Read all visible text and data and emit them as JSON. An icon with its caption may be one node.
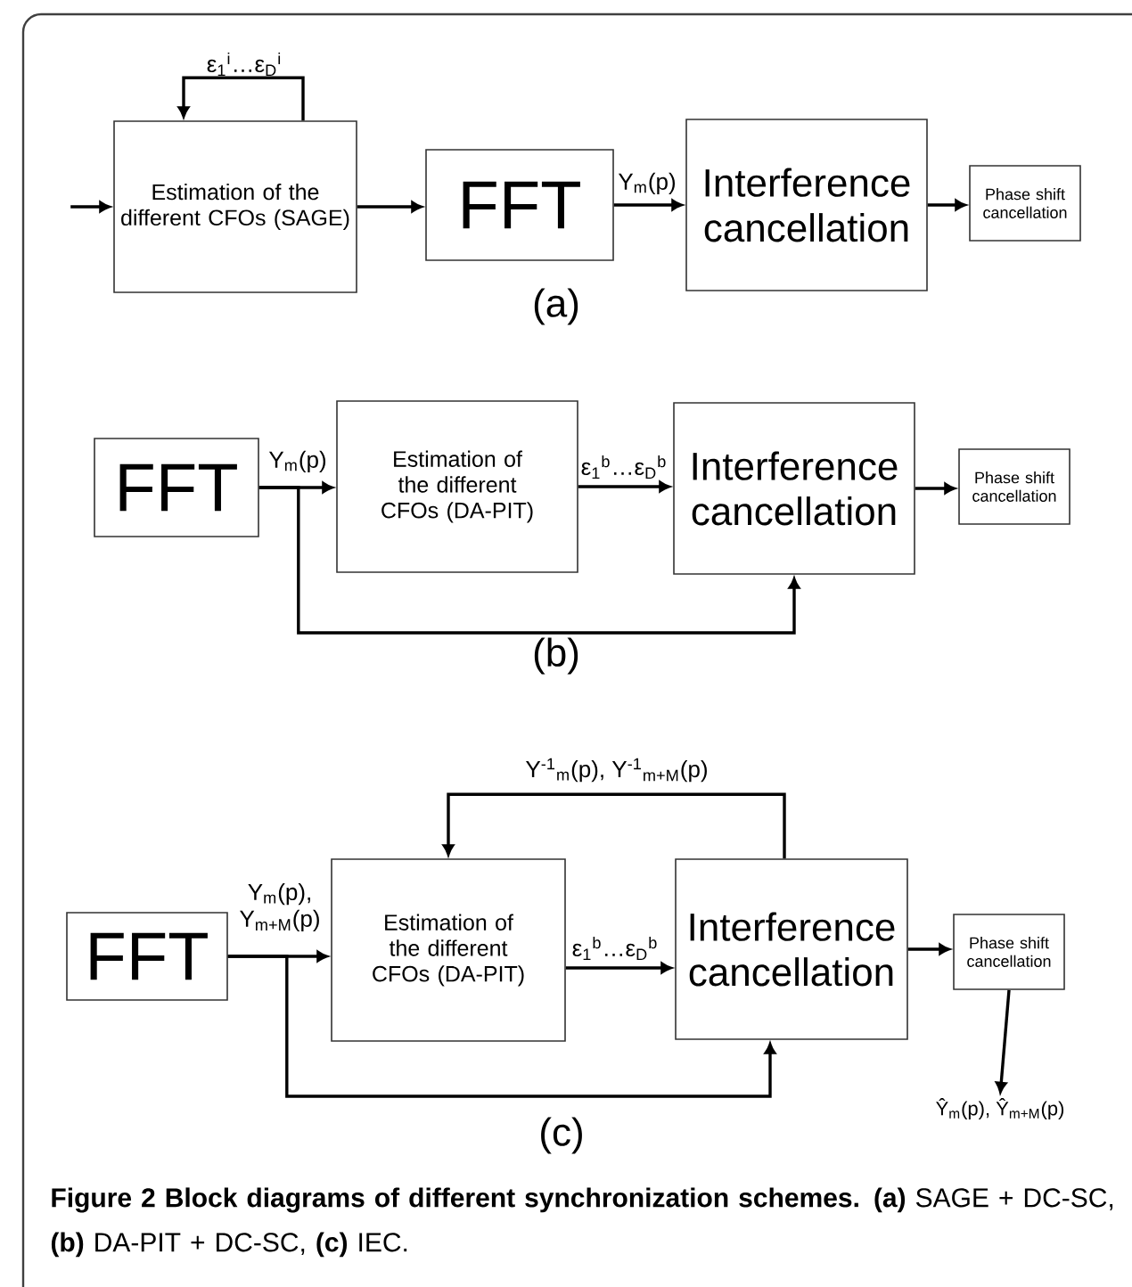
{
  "diagram": {
    "caption": "**Figure 2 Block diagrams of different synchronization schemes.** **(a)** SAGE + DC-SC, **(b)** DA-PIT + DC-SC, **(c)** IEC.",
    "nodes": [
      {
        "text": [
          "Estimation of the different CFOs (SAGE)"
        ]
      },
      {
        "text": [
          "FFT"
        ]
      },
      {
        "text": [
          "Interference cancellation"
        ]
      },
      {
        "text": [
          "Phase shift cancellation"
        ]
      },
      {
        "text": [
          "FFT"
        ]
      },
      {
        "text": [
          "Estimation of the different CFOs (DA-PIT)"
        ]
      },
      {
        "text": [
          "Interference cancellation"
        ]
      },
      {
        "text": [
          "Phase shift cancellation"
        ]
      },
      {
        "text": [
          "FFT"
        ]
      },
      {
        "text": [
          "Estimation of the different CFOs (DA-PIT)"
        ]
      },
      {
        "text": [
          "Interference cancellation"
        ]
      },
      {
        "text": [
          "Phase shift cancellation"
        ]
      },
      {
        "text": [
          "Ŷ$_{m}$(p), Ŷ$_{m+M}$(p)"
        ]
      }
    ],
    "edges": [
      {
        "from": null,
        "to": 0,
        "arrow": "to"
      },
      {
        "from": 0,
        "to": 0,
        "arrow": "to",
        "label": "ε$_{1}$$^{i}$…ε$_{D}$$^{i}$"
      },
      {
        "from": 0,
        "to": 1,
        "arrow": "to"
      },
      {
        "from": 1,
        "to": 2,
        "arrow": "to",
        "label": "Y$_{m}$(p)"
      },
      {
        "from": 2,
        "to": 3,
        "arrow": "to"
      },
      {
        "from": 4,
        "to": 5,
        "arrow": "to",
        "label": "Y$_{m}$(p)"
      },
      {
        "from": 4,
        "to": 6,
        "arrow": "to"
      },
      {
        "from": 5,
        "to": 6,
        "arrow": "to",
        "label": "ε$_{1}$$^{b}$…ε$_{D}$$^{b}$"
      },
      {
        "from": 6,
        "to": 7,
        "arrow": "to"
      },
      {
        "from": 8,
        "to": 9,
        "arrow": "to",
        "label": "Y$_{m}$(p), Y$_{m+M}$(p)"
      },
      {
        "from": 8,
        "to": 10,
        "arrow": "to"
      },
      {
        "from": 9,
        "to": 10,
        "arrow": "to",
        "label": "ε$_{1}$$^{b}$…ε$_{D}$$^{b}$"
      },
      {
        "from": 10,
        "to": 9,
        "arrow": "to",
        "label": "Y$^{-1}$$_{m}$(p), Y$^{-1}$$_{m+M}$(p)"
      },
      {
        "from": 10,
        "to": 11,
        "arrow": "to"
      },
      {
        "from": 11,
        "to": 12,
        "arrow": "to"
      }
    ],
    "labels": [
      "(a)",
      "(b)",
      "(c)"
    ]
  }
}
